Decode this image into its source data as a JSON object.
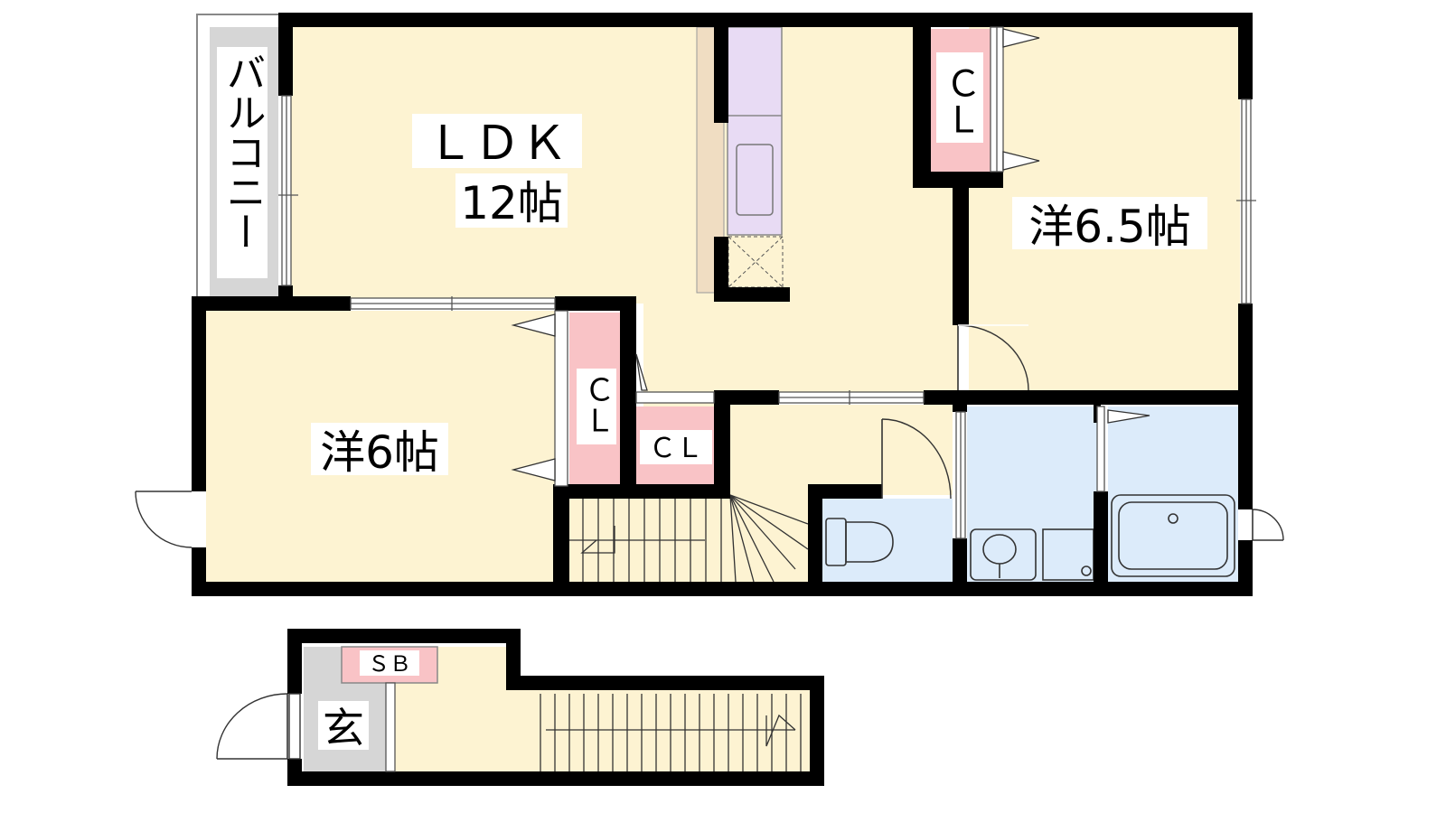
{
  "rooms": {
    "balcony": "バルコニー",
    "ldk_name": "ＬＤＫ",
    "ldk_size": "12帖",
    "western_65": "洋6.5帖",
    "western_6": "洋6帖",
    "entrance": "玄"
  },
  "storage": {
    "closet_ne": "ＣＬ",
    "closet_w": "ＣＬ",
    "closet_c": "ＣＬ",
    "shoe_box": "ＳＢ"
  },
  "colors": {
    "wall": "#000000",
    "room_floor": "#fdf3d2",
    "closet": "#f9c3c6",
    "wet_area": "#dcebfa",
    "kitchen": "#e8dbf4",
    "balcony": "#d6d6d6",
    "entrance": "#d6d6d6",
    "counter": "#f0ddc2"
  }
}
